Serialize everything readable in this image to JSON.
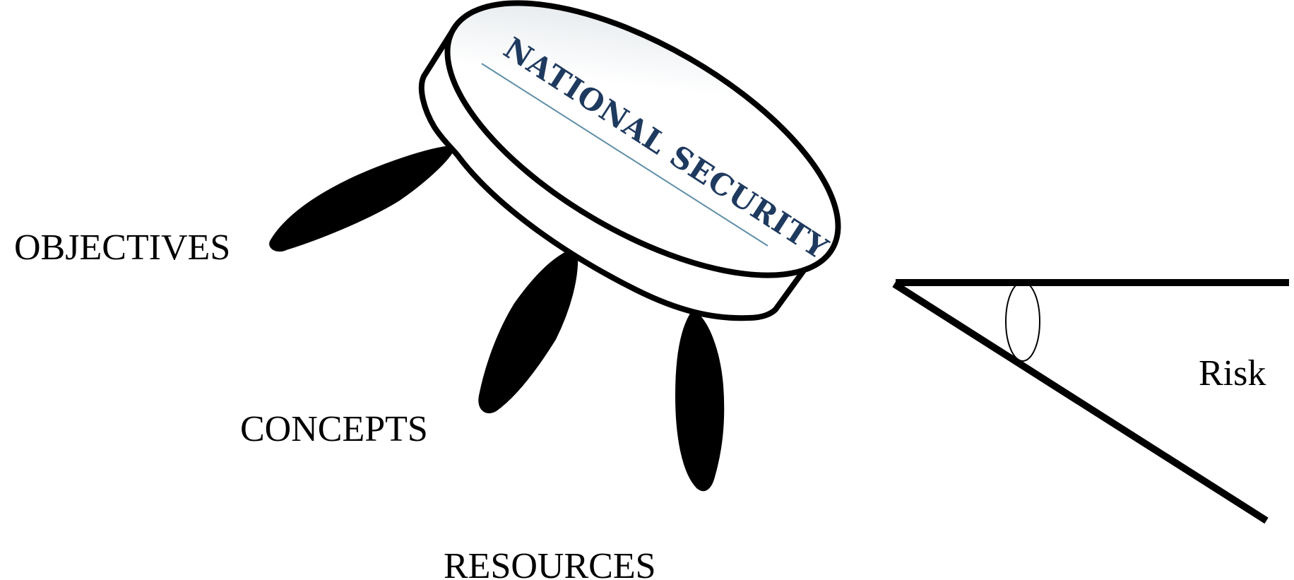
{
  "diagram": {
    "title": "NATIONAL SECURITY",
    "legs": {
      "objectives": "OBJECTIVES",
      "concepts": "CONCEPTS",
      "resources": "RESOURCES"
    },
    "risk_label": "Risk"
  },
  "colors": {
    "title": "#1f3a5f",
    "stroke": "#000000",
    "background": "#ffffff",
    "accent_line": "#5f8fa6"
  }
}
